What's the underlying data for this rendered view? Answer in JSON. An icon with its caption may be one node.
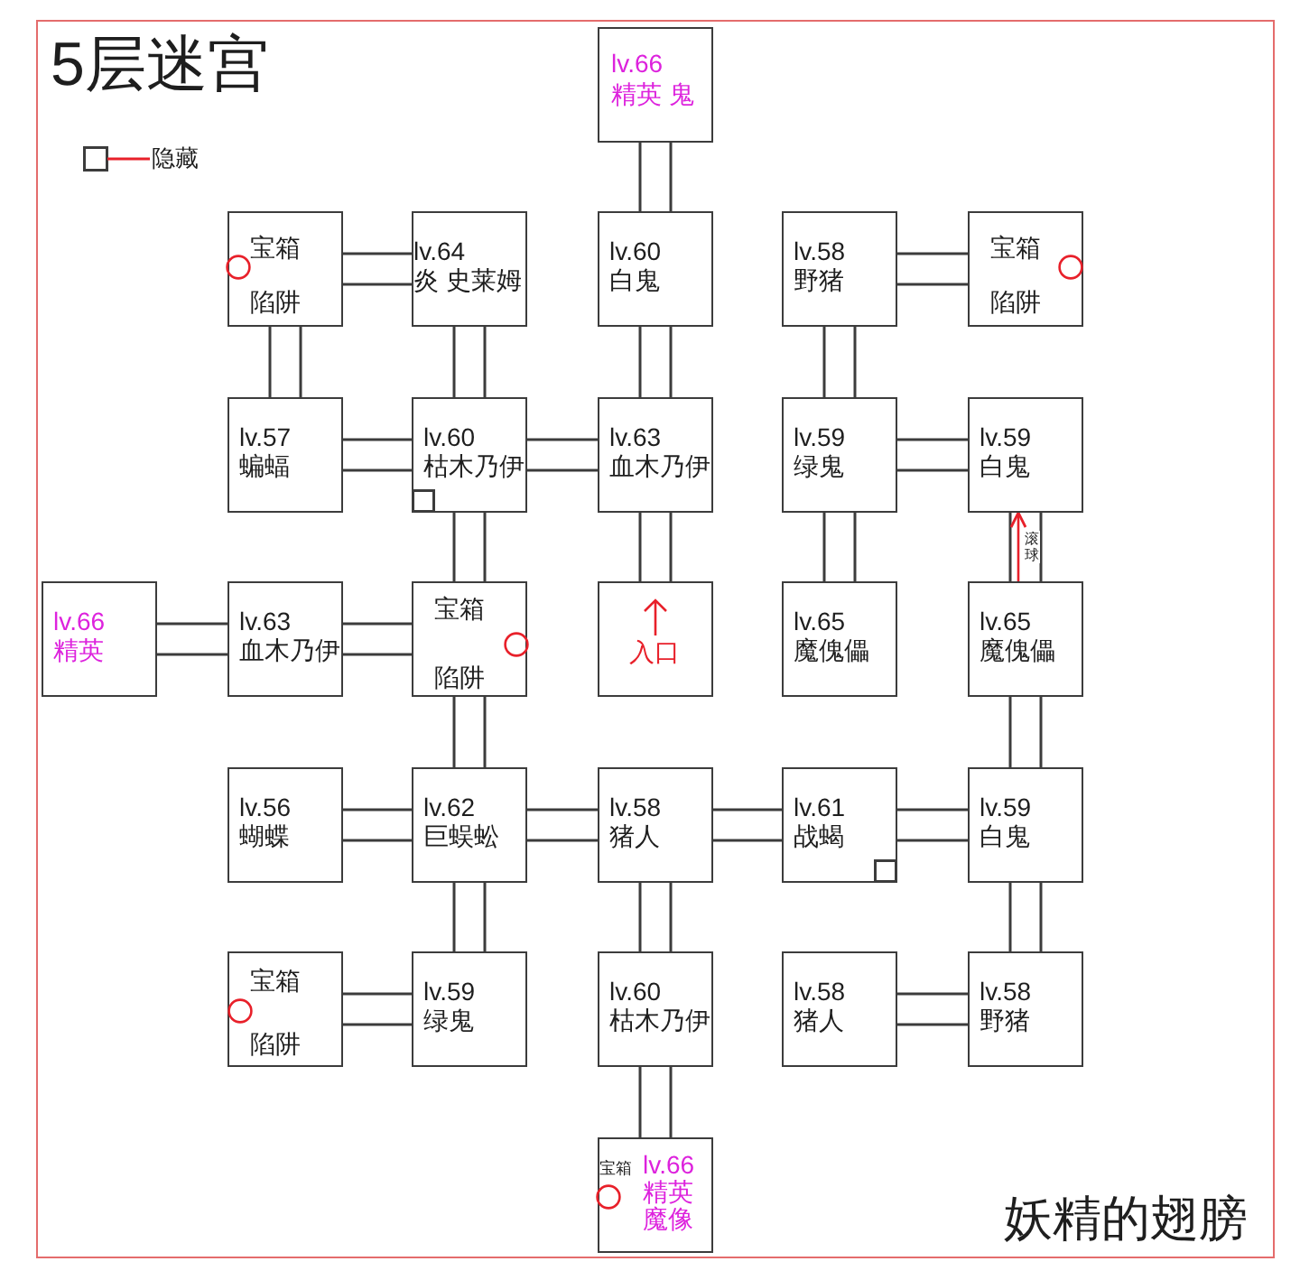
{
  "diagram": {
    "title": "5层迷宫",
    "nodes": [
      {
        "text": [
          "lv.66",
          "精英 鬼"
        ]
      },
      {
        "text": [
          "宝箱",
          "陷阱"
        ]
      },
      {
        "text": [
          "lv.64",
          "炎 史莱姆"
        ]
      },
      {
        "text": [
          "lv.60",
          "白鬼"
        ]
      },
      {
        "text": [
          "lv.58",
          "野猪"
        ]
      },
      {
        "text": [
          "宝箱",
          "陷阱"
        ]
      },
      {
        "text": [
          "lv.57",
          "蝙蝠"
        ]
      },
      {
        "text": [
          "lv.60",
          "枯木乃伊"
        ]
      },
      {
        "text": [
          "lv.63",
          "血木乃伊"
        ]
      },
      {
        "text": [
          "lv.59",
          "绿鬼"
        ]
      },
      {
        "text": [
          "lv.59",
          "白鬼"
        ]
      },
      {
        "text": [
          "lv.66",
          "精英"
        ]
      },
      {
        "text": [
          "lv.63",
          "血木乃伊"
        ]
      },
      {
        "text": [
          "宝箱",
          "陷阱"
        ]
      },
      {
        "text": [
          "入口"
        ]
      },
      {
        "text": [
          "lv.65",
          "魔傀儡"
        ]
      },
      {
        "text": [
          "lv.65",
          "魔傀儡"
        ]
      },
      {
        "text": [
          "lv.56",
          "蝴蝶"
        ]
      },
      {
        "text": [
          "lv.62",
          "巨蜈蚣"
        ]
      },
      {
        "text": [
          "lv.58",
          "猪人"
        ]
      },
      {
        "text": [
          "lv.61",
          "战蝎"
        ]
      },
      {
        "text": [
          "lv.59",
          "白鬼"
        ]
      },
      {
        "text": [
          "宝箱",
          "陷阱"
        ]
      },
      {
        "text": [
          "lv.59",
          "绿鬼"
        ]
      },
      {
        "text": [
          "lv.60",
          "枯木乃伊"
        ]
      },
      {
        "text": [
          "lv.58",
          "猪人"
        ]
      },
      {
        "text": [
          "lv.58",
          "野猪"
        ]
      },
      {
        "text": [
          "宝箱",
          "lv.66",
          "精英魔像"
        ]
      }
    ],
    "edges": [
      {
        "from": 0,
        "to": 3,
        "arrow": "none"
      },
      {
        "from": 1,
        "to": 2,
        "arrow": "none"
      },
      {
        "from": 4,
        "to": 5,
        "arrow": "none"
      },
      {
        "from": 1,
        "to": 6,
        "arrow": "none"
      },
      {
        "from": 2,
        "to": 7,
        "arrow": "none"
      },
      {
        "from": 3,
        "to": 8,
        "arrow": "none"
      },
      {
        "from": 4,
        "to": 9,
        "arrow": "none"
      },
      {
        "from": 6,
        "to": 7,
        "arrow": "none"
      },
      {
        "from": 7,
        "to": 8,
        "arrow": "none"
      },
      {
        "from": 9,
        "to": 10,
        "arrow": "none"
      },
      {
        "from": 7,
        "to": 13,
        "arrow": "none"
      },
      {
        "from": 8,
        "to": 14,
        "arrow": "none"
      },
      {
        "from": 9,
        "to": 15,
        "arrow": "none"
      },
      {
        "from": 16,
        "to": 10,
        "arrow": "to",
        "label": "滚球",
        "color": "#e8202a"
      },
      {
        "from": 11,
        "to": 12,
        "arrow": "none"
      },
      {
        "from": 12,
        "to": 13,
        "arrow": "none"
      },
      {
        "from": 13,
        "to": 18,
        "arrow": "none"
      },
      {
        "from": 16,
        "to": 21,
        "arrow": "none"
      },
      {
        "from": 17,
        "to": 18,
        "arrow": "none"
      },
      {
        "from": 18,
        "to": 19,
        "arrow": "none"
      },
      {
        "from": 19,
        "to": 20,
        "arrow": "none"
      },
      {
        "from": 20,
        "to": 21,
        "arrow": "none"
      },
      {
        "from": 18,
        "to": 23,
        "arrow": "none"
      },
      {
        "from": 19,
        "to": 24,
        "arrow": "none"
      },
      {
        "from": 21,
        "to": 26,
        "arrow": "none"
      },
      {
        "from": 22,
        "to": 23,
        "arrow": "none"
      },
      {
        "from": 25,
        "to": 26,
        "arrow": "none"
      },
      {
        "from": 24,
        "to": 27,
        "arrow": "none"
      }
    ],
    "labels": [
      "妖精的翅膀"
    ],
    "legend": [
      {
        "text": "隐藏"
      }
    ]
  }
}
